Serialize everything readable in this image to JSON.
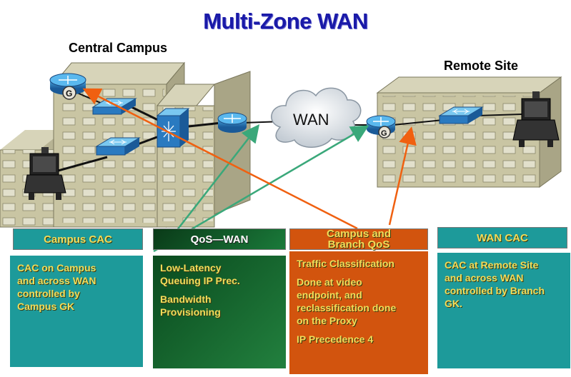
{
  "title": "Multi-Zone WAN",
  "sites": {
    "central": "Central Campus",
    "remote": "Remote Site"
  },
  "wan_label": "WAN",
  "gatekeeper_letter": "G",
  "colors": {
    "title": "#1a1aa8",
    "campus_cac": "#1d9a9a",
    "qos_wan": "#0e5a2a",
    "branch_qos": "#d2540e",
    "wan_cac": "#1d9a9a",
    "arrow_orange": "#f06010",
    "arrow_green": "#3aa87a",
    "building": "#c9c5a3",
    "text_yellow": "#f2dc5a"
  },
  "panels": {
    "campus_cac": {
      "heading": "Campus CAC",
      "lines": [
        "CAC on Campus",
        "and across WAN",
        "controlled by",
        "Campus GK"
      ]
    },
    "qos_wan": {
      "heading": "QoS—WAN",
      "para1": [
        "Low-Latency",
        "Queuing IP Prec."
      ],
      "para2": [
        "Bandwidth",
        "Provisioning"
      ]
    },
    "branch_qos": {
      "heading_line1": "Campus and",
      "heading_line2": "Branch QoS",
      "para1": "Traffic Classification",
      "para2": [
        "Done at video",
        "endpoint, and",
        "reclassification done",
        "on the Proxy"
      ],
      "para3": "IP Precedence 4"
    },
    "wan_cac": {
      "heading": "WAN CAC",
      "lines": [
        "CAC at Remote Site",
        "and across WAN",
        "controlled by Branch",
        "GK."
      ]
    }
  }
}
